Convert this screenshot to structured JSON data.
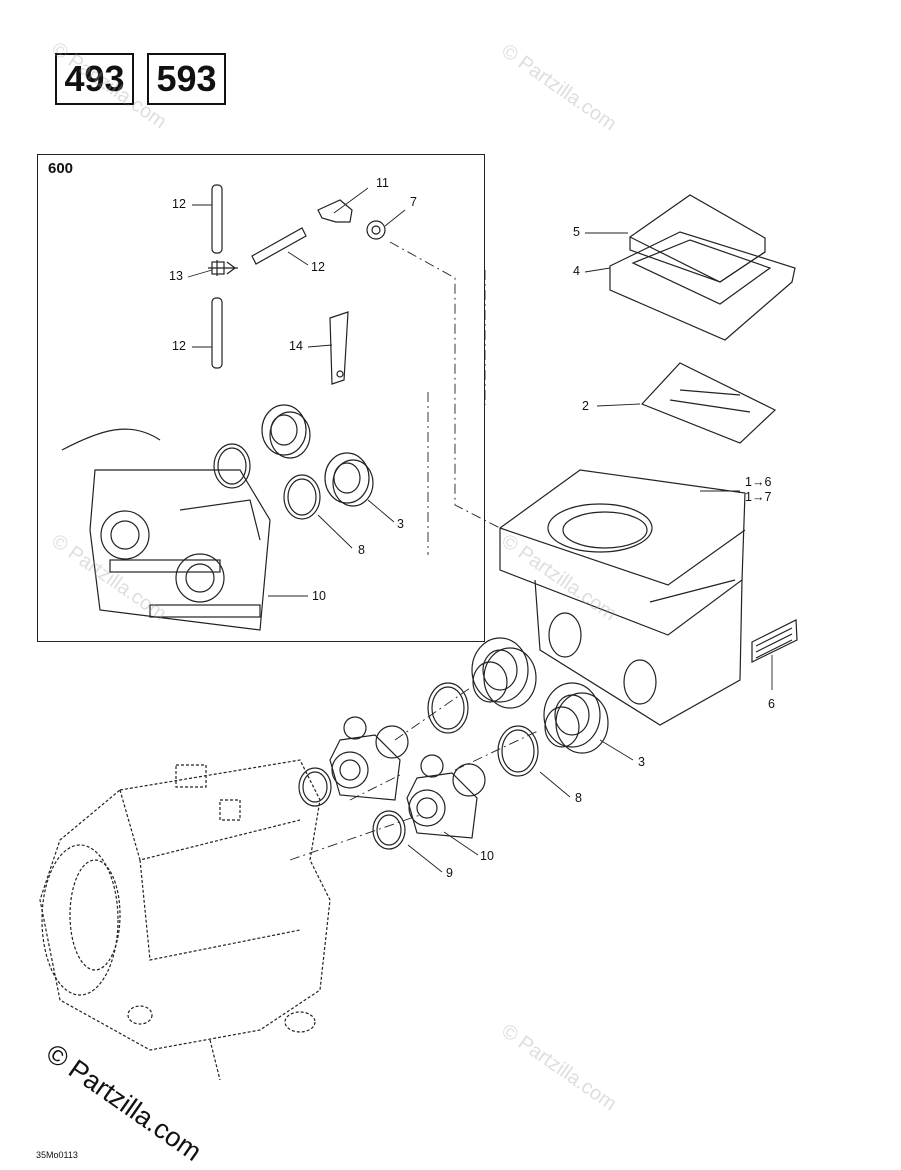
{
  "model_codes": [
    "493",
    "593"
  ],
  "inset_title": "600",
  "callouts": {
    "c1": "1→6",
    "c1b": "1→7",
    "c2": "2",
    "c3": "3",
    "c3_inset": "3",
    "c4": "4",
    "c5": "5",
    "c6": "6",
    "c7": "7",
    "c8": "8",
    "c8_inset": "8",
    "c9": "9",
    "c10": "10",
    "c10_inset": "10",
    "c11": "11",
    "c12a": "12",
    "c12b": "12",
    "c12c": "12",
    "c13": "13",
    "c14": "14"
  },
  "watermark": "© Partzilla.com",
  "drawing_id": "35Mo0113"
}
